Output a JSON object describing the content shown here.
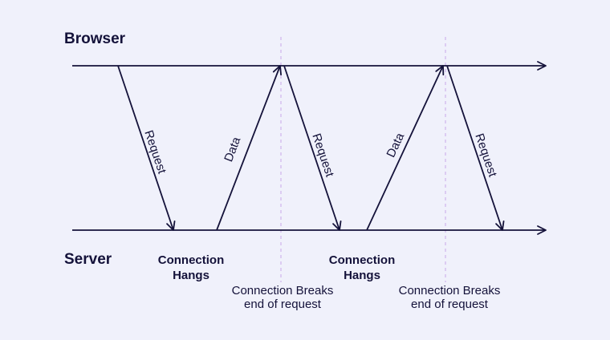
{
  "diagram": {
    "top_label": "Browser",
    "bottom_label": "Server",
    "messages": [
      {
        "label": "Request",
        "direction": "down"
      },
      {
        "label": "Data",
        "direction": "up"
      },
      {
        "label": "Request",
        "direction": "down"
      },
      {
        "label": "Data",
        "direction": "up"
      },
      {
        "label": "Request",
        "direction": "down"
      }
    ],
    "hang_notes": [
      {
        "line1": "Connection",
        "line2": "Hangs"
      },
      {
        "line1": "Connection",
        "line2": "Hangs"
      }
    ],
    "break_notes": [
      {
        "line1": "Connection Breaks",
        "line2": "end of request"
      },
      {
        "line1": "Connection Breaks",
        "line2": "end of request"
      }
    ]
  },
  "colors": {
    "background": "#f0f1fb",
    "ink": "#14123a",
    "divider": "#c9a6e8"
  }
}
